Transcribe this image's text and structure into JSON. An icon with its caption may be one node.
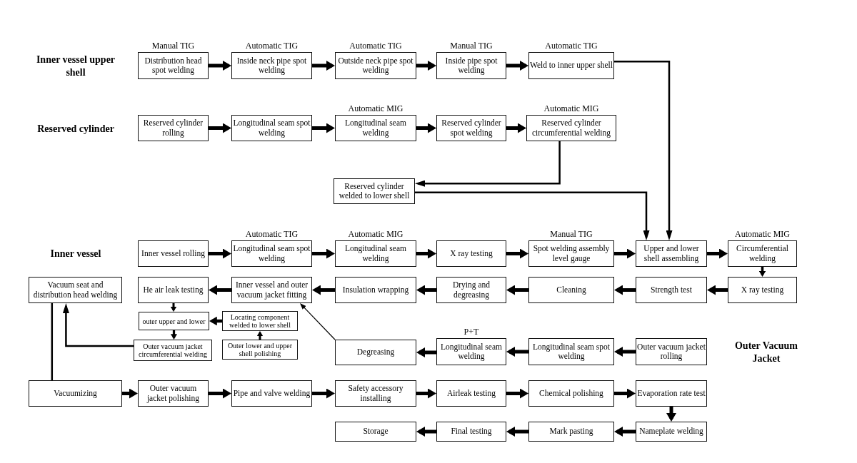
{
  "diagram": {
    "nodes": [
      {
        "text": [
          "Distribution head spot welding"
        ],
        "beside": [
          "Manual TIG"
        ]
      },
      {
        "text": [
          "Inside neck pipe spot welding"
        ],
        "beside": [
          "Automatic TIG"
        ]
      },
      {
        "text": [
          "Outside neck pipe spot welding"
        ],
        "beside": [
          "Automatic TIG"
        ]
      },
      {
        "text": [
          "Inside pipe spot welding"
        ],
        "beside": [
          "Manual TIG"
        ]
      },
      {
        "text": [
          "Weld to inner upper shell"
        ],
        "beside": [
          "Automatic TIG"
        ]
      },
      {
        "text": [
          "Reserved cylinder rolling"
        ]
      },
      {
        "text": [
          "Longitudinal seam spot welding"
        ]
      },
      {
        "text": [
          "Longitudinal seam welding"
        ],
        "beside": [
          "Automatic MIG"
        ]
      },
      {
        "text": [
          "Reserved cylinder spot welding"
        ]
      },
      {
        "text": [
          "Reserved cylinder circumferential welding"
        ],
        "beside": [
          "Automatic MIG"
        ]
      },
      {
        "text": [
          "Reserved cylinder welded to lower shell"
        ]
      },
      {
        "text": [
          "Inner vessel rolling"
        ]
      },
      {
        "text": [
          "Longitudinal seam spot welding"
        ],
        "beside": [
          "Automatic TIG"
        ]
      },
      {
        "text": [
          "Longitudinal seam welding"
        ],
        "beside": [
          "Automatic MIG"
        ]
      },
      {
        "text": [
          "X ray testing"
        ]
      },
      {
        "text": [
          "Spot welding assembly level gauge"
        ],
        "beside": [
          "Manual TIG"
        ]
      },
      {
        "text": [
          "Upper and lower shell assembling"
        ]
      },
      {
        "text": [
          "Circumferential welding"
        ],
        "beside": [
          "Automatic MIG"
        ]
      },
      {
        "text": [
          "Vacuum seat and distribution head welding"
        ]
      },
      {
        "text": [
          "He air leak testing"
        ]
      },
      {
        "text": [
          "Inner vessel and outer vacuum jacket fitting"
        ]
      },
      {
        "text": [
          "Insulation wrapping"
        ]
      },
      {
        "text": [
          "Drying and degreasing"
        ]
      },
      {
        "text": [
          "Cleaning"
        ]
      },
      {
        "text": [
          "Strength test"
        ]
      },
      {
        "text": [
          "X ray testing"
        ]
      },
      {
        "text": [
          "outer upper and lower"
        ]
      },
      {
        "text": [
          "Locating component welded to lower shell"
        ]
      },
      {
        "text": [
          "Outer vacuum jacket circumferential welding"
        ]
      },
      {
        "text": [
          "Outer lower and upper shell polishing"
        ]
      },
      {
        "text": [
          "Degreasing"
        ]
      },
      {
        "text": [
          "Longitudinal seam welding"
        ],
        "beside": [
          "P+T"
        ]
      },
      {
        "text": [
          "Longitudinal seam spot welding"
        ]
      },
      {
        "text": [
          "Outer vacuum jacket rolling"
        ]
      },
      {
        "text": [
          "Vacuumizing"
        ]
      },
      {
        "text": [
          "Outer vacuum jacket polishing"
        ]
      },
      {
        "text": [
          "Pipe and valve welding"
        ]
      },
      {
        "text": [
          "Safety accessory installing"
        ]
      },
      {
        "text": [
          "Airleak testing"
        ]
      },
      {
        "text": [
          "Chemical polishing"
        ]
      },
      {
        "text": [
          "Evaporation rate test"
        ]
      },
      {
        "text": [
          "Storage"
        ]
      },
      {
        "text": [
          "Final testing"
        ]
      },
      {
        "text": [
          "Mark pasting"
        ]
      },
      {
        "text": [
          "Nameplate welding"
        ]
      }
    ],
    "edges": [
      {
        "from": 0,
        "to": 1,
        "arrow": "to"
      },
      {
        "from": 1,
        "to": 2,
        "arrow": "to"
      },
      {
        "from": 2,
        "to": 3,
        "arrow": "to"
      },
      {
        "from": 3,
        "to": 4,
        "arrow": "to"
      },
      {
        "from": 4,
        "to": 16,
        "arrow": "to"
      },
      {
        "from": 5,
        "to": 6,
        "arrow": "to"
      },
      {
        "from": 6,
        "to": 7,
        "arrow": "to"
      },
      {
        "from": 7,
        "to": 8,
        "arrow": "to"
      },
      {
        "from": 8,
        "to": 9,
        "arrow": "to"
      },
      {
        "from": 9,
        "to": 10,
        "arrow": "to"
      },
      {
        "from": 10,
        "to": 16,
        "arrow": "to"
      },
      {
        "from": 11,
        "to": 12,
        "arrow": "to"
      },
      {
        "from": 12,
        "to": 13,
        "arrow": "to"
      },
      {
        "from": 13,
        "to": 14,
        "arrow": "to"
      },
      {
        "from": 14,
        "to": 15,
        "arrow": "to"
      },
      {
        "from": 15,
        "to": 16,
        "arrow": "to"
      },
      {
        "from": 16,
        "to": 17,
        "arrow": "to"
      },
      {
        "from": 17,
        "to": 25,
        "arrow": "to"
      },
      {
        "from": 25,
        "to": 24,
        "arrow": "to"
      },
      {
        "from": 24,
        "to": 23,
        "arrow": "to"
      },
      {
        "from": 23,
        "to": 22,
        "arrow": "to"
      },
      {
        "from": 22,
        "to": 21,
        "arrow": "to"
      },
      {
        "from": 21,
        "to": 20,
        "arrow": "to"
      },
      {
        "from": 20,
        "to": 19,
        "arrow": "to"
      },
      {
        "from": 19,
        "to": 26,
        "arrow": "to"
      },
      {
        "from": 27,
        "to": 26,
        "arrow": "to"
      },
      {
        "from": 29,
        "to": 27,
        "arrow": "to"
      },
      {
        "from": 26,
        "to": 28,
        "arrow": "to"
      },
      {
        "from": 28,
        "to": 18,
        "arrow": "to"
      },
      {
        "from": 30,
        "to": 20,
        "arrow": "to"
      },
      {
        "from": 33,
        "to": 32,
        "arrow": "to"
      },
      {
        "from": 32,
        "to": 31,
        "arrow": "to"
      },
      {
        "from": 31,
        "to": 30,
        "arrow": "to"
      },
      {
        "from": 18,
        "to": 34,
        "arrow": "none"
      },
      {
        "from": 34,
        "to": 35,
        "arrow": "to"
      },
      {
        "from": 35,
        "to": 36,
        "arrow": "to"
      },
      {
        "from": 36,
        "to": 37,
        "arrow": "to"
      },
      {
        "from": 37,
        "to": 38,
        "arrow": "to"
      },
      {
        "from": 38,
        "to": 39,
        "arrow": "to"
      },
      {
        "from": 39,
        "to": 40,
        "arrow": "to"
      },
      {
        "from": 40,
        "to": 44,
        "arrow": "to"
      },
      {
        "from": 44,
        "to": 43,
        "arrow": "to"
      },
      {
        "from": 43,
        "to": 42,
        "arrow": "to"
      },
      {
        "from": 42,
        "to": 41,
        "arrow": "to"
      }
    ],
    "labels": [
      "Inner vessel upper shell",
      "Reserved cylinder",
      "Inner vessel",
      "Outer Vacuum Jacket"
    ]
  }
}
